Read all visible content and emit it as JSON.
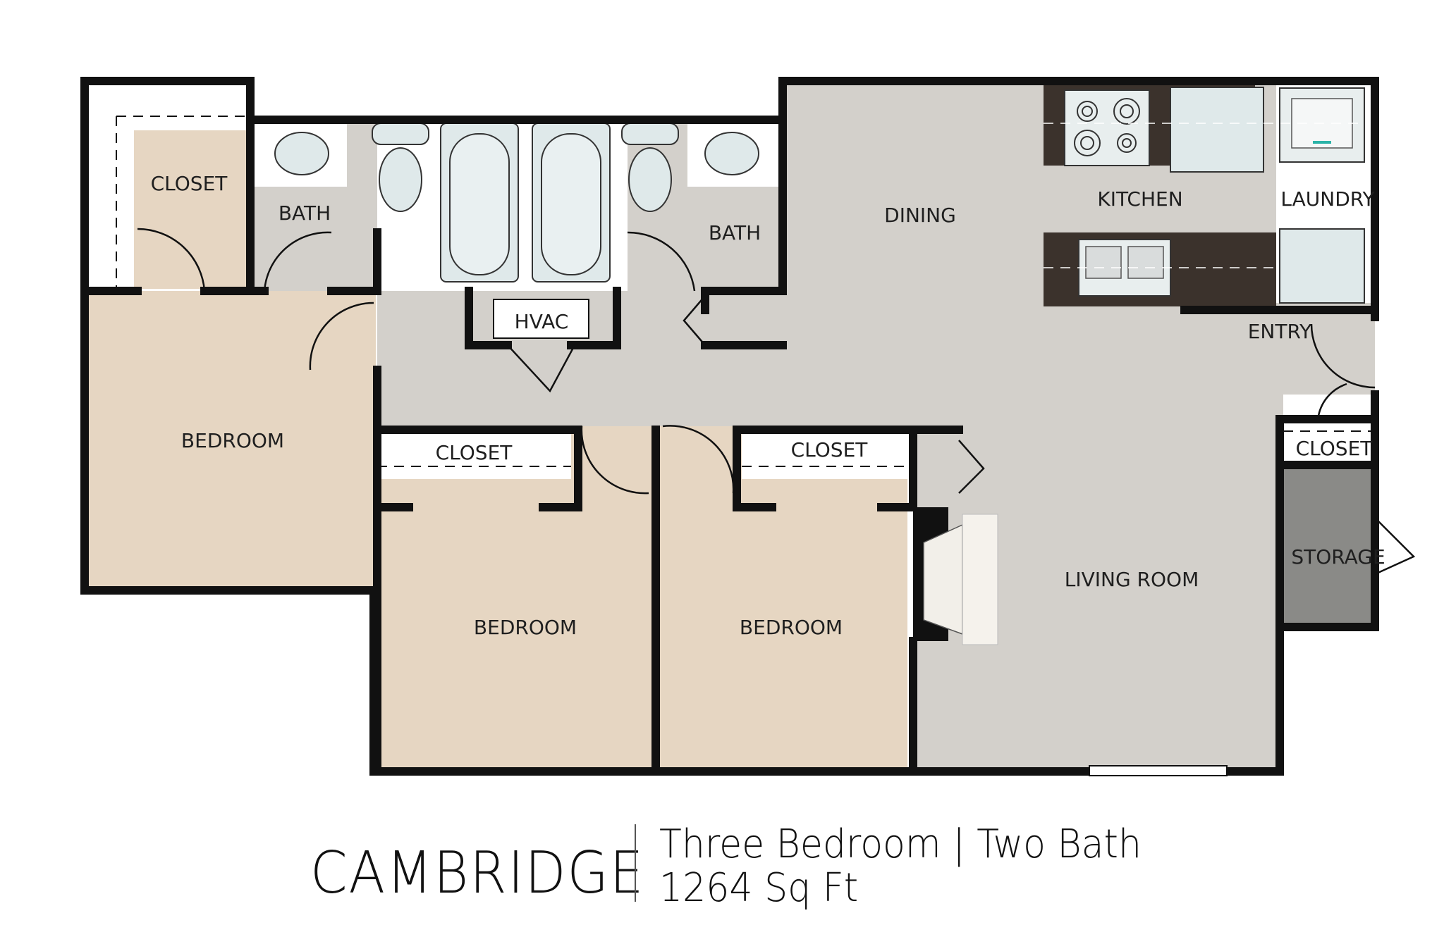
{
  "rooms": {
    "closet_top_left": "CLOSET",
    "bath_left": "BATH",
    "bath_right": "BATH",
    "dining": "DINING",
    "kitchen": "KITCHEN",
    "laundry": "LAUNDRY",
    "hvac": "HVAC",
    "entry": "ENTRY",
    "bedroom_left": "BEDROOM",
    "closet_mid_left": "CLOSET",
    "closet_mid_right": "CLOSET",
    "closet_entry": "CLOSET",
    "storage": "STORAGE",
    "living_room": "LIVING ROOM",
    "bedroom_center": "BEDROOM",
    "bedroom_right": "BEDROOM"
  },
  "footer": {
    "name": "CAMBRIDGE",
    "layout": "Three Bedroom | Two Bath",
    "area": "1264 Sq Ft"
  },
  "colors": {
    "wall": "#111111",
    "bedroom_floor": "#e6d6c2",
    "common_floor": "#d3d0cb",
    "storage_floor": "#8a8a87",
    "counter": "#3b322c",
    "fixture": "#dfe9ea"
  }
}
